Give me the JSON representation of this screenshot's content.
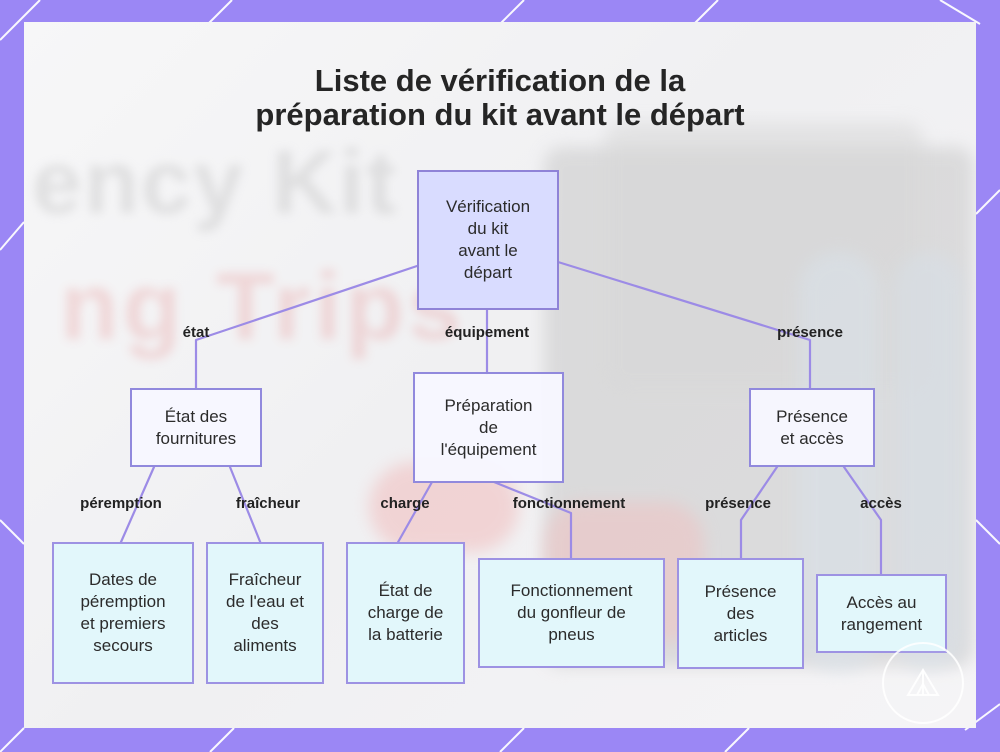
{
  "title": {
    "line1": "Liste de vérification de la",
    "line2": "préparation du kit avant le départ"
  },
  "nodes": {
    "root": "Vérification\ndu kit\navant le\ndépart",
    "etat_fournitures": "État des\nfournitures",
    "preparation_equipement": "Préparation\nde\nl'équipement",
    "presence_acces": "Présence\net accès",
    "dates_peremption": "Dates de\npéremption\net premiers\nsecours",
    "fraicheur": "Fraîcheur\nde l'eau et\ndes\naliments",
    "etat_charge": "État de\ncharge de\nla batterie",
    "fonctionnement": "Fonctionnement\ndu gonfleur de\npneus",
    "presence_articles": "Présence\ndes\narticles",
    "acces_rangement": "Accès au\nrangement"
  },
  "edge_labels": {
    "etat": "état",
    "equipement": "équipement",
    "presence_top": "présence",
    "peremption": "péremption",
    "fraicheur": "fraîcheur",
    "charge": "charge",
    "fonctionnement": "fonctionnement",
    "presence_bottom": "présence",
    "acces": "accès"
  },
  "colors": {
    "frame": "#9b87f5",
    "root_fill": "#d9dcff",
    "mid_fill": "#f7f7ff",
    "leaf_fill": "#e2f7fb",
    "connector": "#9c8be6"
  }
}
